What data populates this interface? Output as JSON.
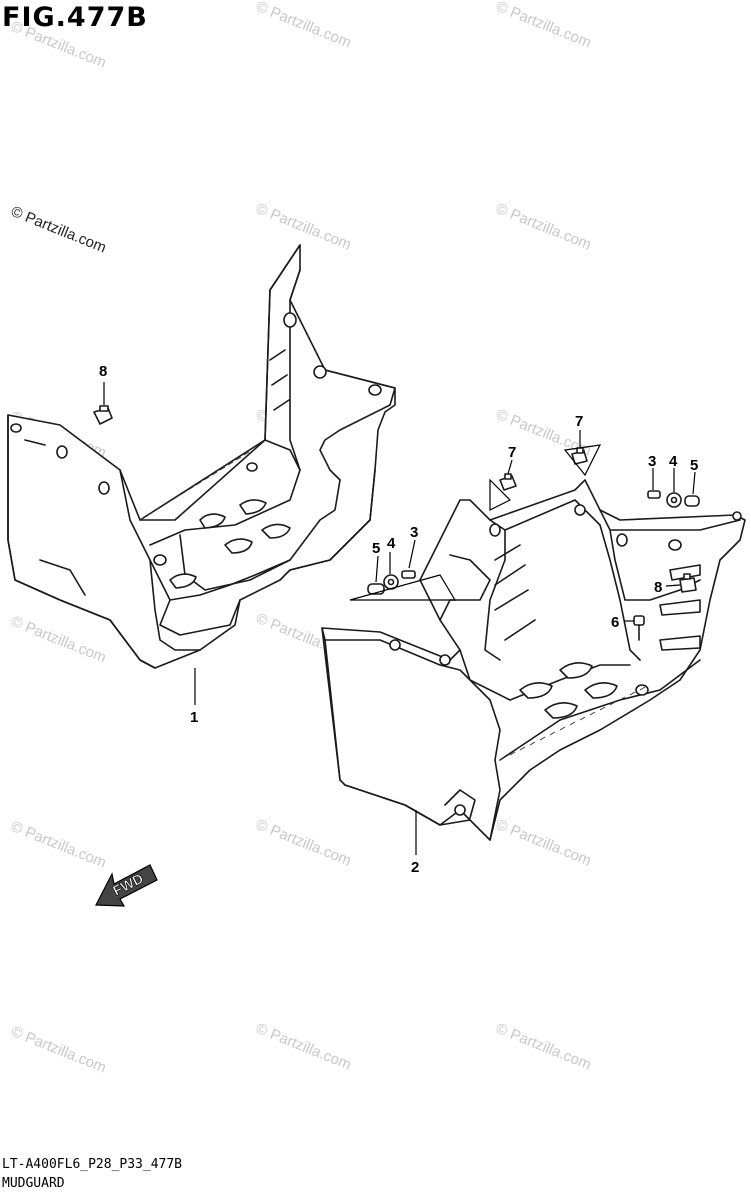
{
  "figure": {
    "title": "FIG.477B",
    "model_code": "LT-A400FL6_P28_P33_477B",
    "part_name": "MUDGUARD"
  },
  "watermark": {
    "text": "© Partzilla.com"
  },
  "fwd_arrow": {
    "label": "FWD"
  },
  "callouts": {
    "c1": "1",
    "c2": "2",
    "c3a": "3",
    "c3b": "3",
    "c4a": "4",
    "c4b": "4",
    "c5a": "5",
    "c5b": "5",
    "c6": "6",
    "c7a": "7",
    "c7b": "7",
    "c8a": "8",
    "c8b": "8"
  }
}
